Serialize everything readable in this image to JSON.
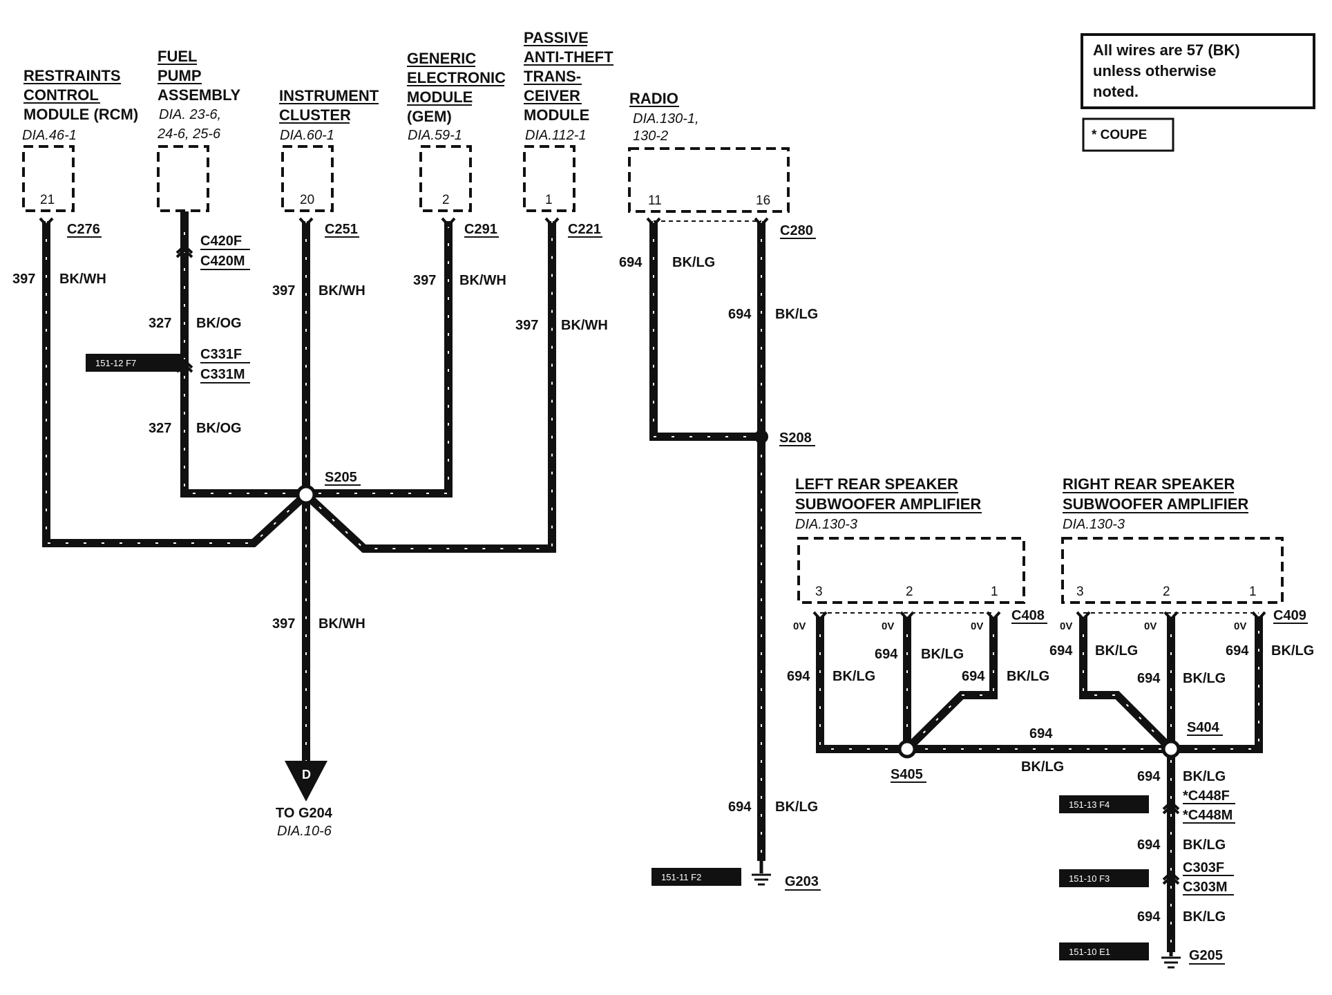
{
  "note": {
    "line1": "All wires are 57 (BK)",
    "line2": "unless otherwise",
    "line3": "noted."
  },
  "coupe_note": "* COUPE",
  "components": {
    "rcm": {
      "l1": "RESTRAINTS",
      "l2": "CONTROL",
      "l3": "MODULE (RCM)",
      "dia": "DIA.46-1",
      "pin": "21",
      "conn": "C276"
    },
    "fuel": {
      "l1": "FUEL",
      "l2": "PUMP",
      "l3": "ASSEMBLY",
      "dia1": "DIA. 23-6,",
      "dia2": "24-6, 25-6",
      "conn1": "C420F",
      "conn2": "C420M",
      "conn3": "C331F",
      "conn4": "C331M",
      "ref": "151-12 F7"
    },
    "cluster": {
      "l1": "INSTRUMENT",
      "l2": "CLUSTER",
      "dia": "DIA.60-1",
      "pin": "20",
      "conn": "C251"
    },
    "gem": {
      "l1": "GENERIC",
      "l2": "ELECTRONIC",
      "l3": "MODULE",
      "l4": "(GEM)",
      "dia": "DIA.59-1",
      "pin": "2",
      "conn": "C291"
    },
    "pats": {
      "l1": "PASSIVE",
      "l2": "ANTI-THEFT",
      "l3": "TRANS-",
      "l4": "CEIVER",
      "l5": "MODULE",
      "dia": "DIA.112-1",
      "pin": "1",
      "conn": "C221"
    },
    "radio": {
      "l1": "RADIO",
      "dia1": "DIA.130-1,",
      "dia2": "130-2",
      "pin1": "11",
      "pin2": "16",
      "conn": "C280"
    },
    "left_amp": {
      "l1": "LEFT REAR SPEAKER",
      "l2": "SUBWOOFER AMPLIFIER",
      "dia": "DIA.130-3",
      "pin3": "3",
      "pin2": "2",
      "pin1": "1",
      "conn": "C408"
    },
    "right_amp": {
      "l1": "RIGHT REAR SPEAKER",
      "l2": "SUBWOOFER AMPLIFIER",
      "dia": "DIA.130-3",
      "pin3": "3",
      "pin2": "2",
      "pin1": "1",
      "conn": "C409"
    }
  },
  "wires": {
    "w397": "397",
    "bkwh": "BK/WH",
    "w327": "327",
    "bkog": "BK/OG",
    "w694": "694",
    "bklg": "BK/LG",
    "ov": "0V"
  },
  "splices": {
    "s205": "S205",
    "s208": "S208",
    "s405": "S405",
    "s404": "S404"
  },
  "grounds": {
    "g204_arrow": "D",
    "g204_to": "TO G204",
    "g204_dia": "DIA.10-6",
    "g203": "G203",
    "g203_ref": "151-11 F2",
    "g205": "G205",
    "g205_ref": "151-10 E1"
  },
  "right_conns": {
    "c448f": "*C448F",
    "c448m": "*C448M",
    "c448_ref": "151-13 F4",
    "c303f": "C303F",
    "c303m": "C303M",
    "c303_ref": "151-10 F3"
  }
}
